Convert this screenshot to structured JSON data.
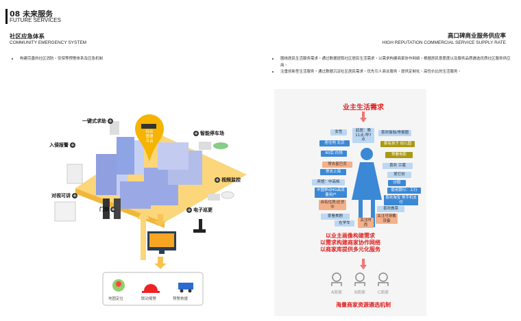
{
  "header": {
    "title": "08 未来服务",
    "subtitle": "FUTURE SERVICES"
  },
  "left": {
    "title": "社区应急体系",
    "subtitle": "COMMUNITY EMERGENCY SYSTEM",
    "bullets": [
      "构建完善的社区消防・安保等预警体系及应急机制"
    ],
    "diagram": {
      "platform": [
        "综合",
        "管理",
        "平台"
      ],
      "labels": [
        "一键式求助",
        "入侵报警",
        "智能停车场",
        "视频监控",
        "对视可讲",
        "门禁",
        "电子巡更"
      ],
      "bottom": [
        "地图定位",
        "联动报警",
        "预警救援"
      ]
    }
  },
  "right": {
    "title": "高口碑商业服务供应率",
    "subtitle": "HIGH REPUTATION COMMERCIAL SERVICE SUPPLY RATE",
    "bullets": [
      "围绕居民生活服务需求・通过数据提取社区居民生活需求・以需求构建商家协作网络・根据居民意愿度以及服务品质遴选优质社区服务供应商・",
      "注重创新型生活服务・通过数据沉淀社区居民需求・优先引人商业服务・提供定制化・高性价比的生活服务・"
    ],
    "diagram": {
      "heading": "业主生活需求",
      "tags": [
        "女性",
        "起居：晚11点-早7点",
        "喜欢瑜伽/常报圈",
        "居住地 北京",
        "家有孩子 幼儿园",
        "80后 白领",
        "常看电影",
        "常去星巴克",
        "喜欢 兰蔻",
        "常去上海",
        "爱打扮",
        "宾馆：中高档",
        "炒股",
        "中国移动4G高流量用户",
        "使用银行：工行",
        "喜欢淘宝 常手机支付",
        "自有住房/还贷中",
        "喜欢做菜",
        "爱看美剧",
        "在学车",
        "关注时尚",
        "关注可穿戴设备"
      ],
      "lines": [
        "以业主画像构建需求",
        "以需求构建商家协作网络",
        "以商家库提供多元化服务"
      ],
      "merchants": [
        "A商家",
        "B商家",
        "C商家"
      ],
      "footer": "海量商家资源遴选机制"
    }
  },
  "colors": {
    "accent": "#f6b400",
    "red": "#e02020",
    "blue": "#3b88d6"
  }
}
